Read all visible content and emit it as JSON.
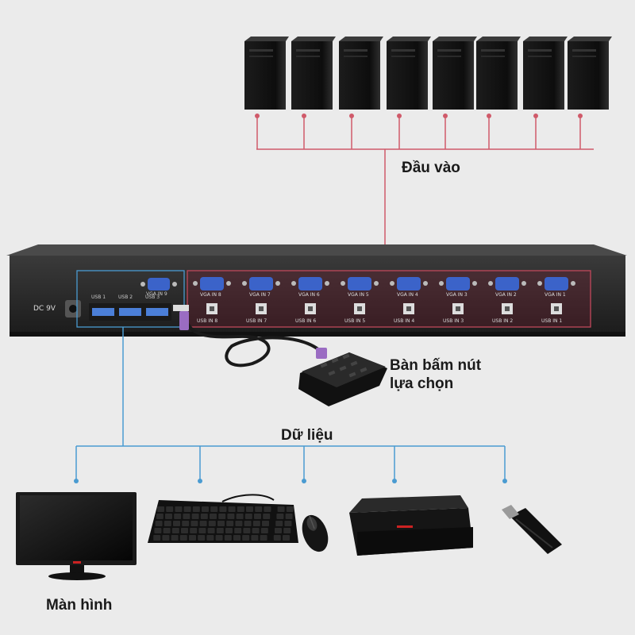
{
  "labels": {
    "input": "Đầu vào",
    "selector_line1": "Bàn bấm nút",
    "selector_line2": "lựa chọn",
    "data": "Dữ liệu",
    "monitor": "Màn hình"
  },
  "device": {
    "power_label": "DC 9V",
    "usb_host_ports": [
      "USB 1",
      "USB 2",
      "USB 3"
    ],
    "vga_out": "VGA IN 9",
    "vga_inputs": [
      "VGA IN 8",
      "VGA IN 7",
      "VGA IN 6",
      "VGA IN 5",
      "VGA IN 4",
      "VGA IN 3",
      "VGA IN 2",
      "VGA IN 1"
    ],
    "usb_inputs": [
      "USB IN 8",
      "USB IN 7",
      "USB IN 6",
      "USB IN 5",
      "USB IN 4",
      "USB IN 3",
      "USB IN 2",
      "USB IN 1"
    ]
  },
  "pc_count": 8,
  "peripherals": [
    "monitor",
    "keyboard",
    "mouse",
    "printer",
    "usb-drive"
  ],
  "colors": {
    "background": "#ebebeb",
    "input_line": "#d05a6a",
    "output_line": "#4a9bd1",
    "device_body": "#2b2b2b",
    "vga_port": "#3b63c9"
  }
}
